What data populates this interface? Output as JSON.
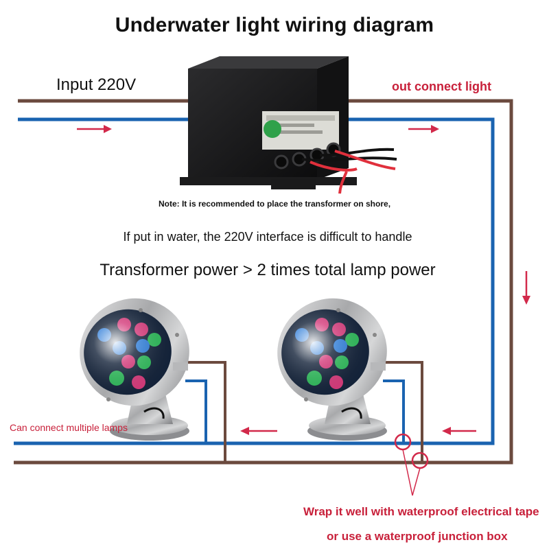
{
  "title": "Underwater light wiring diagram",
  "input_label": "Input 220V",
  "output_label": "out connect light",
  "note_line1": "Note: It is recommended to place the transformer on shore,",
  "note_line2": "If put in water, the 220V interface is difficult to handle",
  "power_rule": "Transformer power > 2 times total lamp power",
  "multi_lamp_label": "Can connect multiple lamps",
  "junction_note_line1": "Wrap it well with waterproof electrical tape",
  "junction_note_line2": "or use a waterproof junction box",
  "colors": {
    "wire_brown": "#6b4a3e",
    "wire_blue": "#1a63b0",
    "arrow_red": "#d2294a",
    "label_red": "#c8203a"
  }
}
